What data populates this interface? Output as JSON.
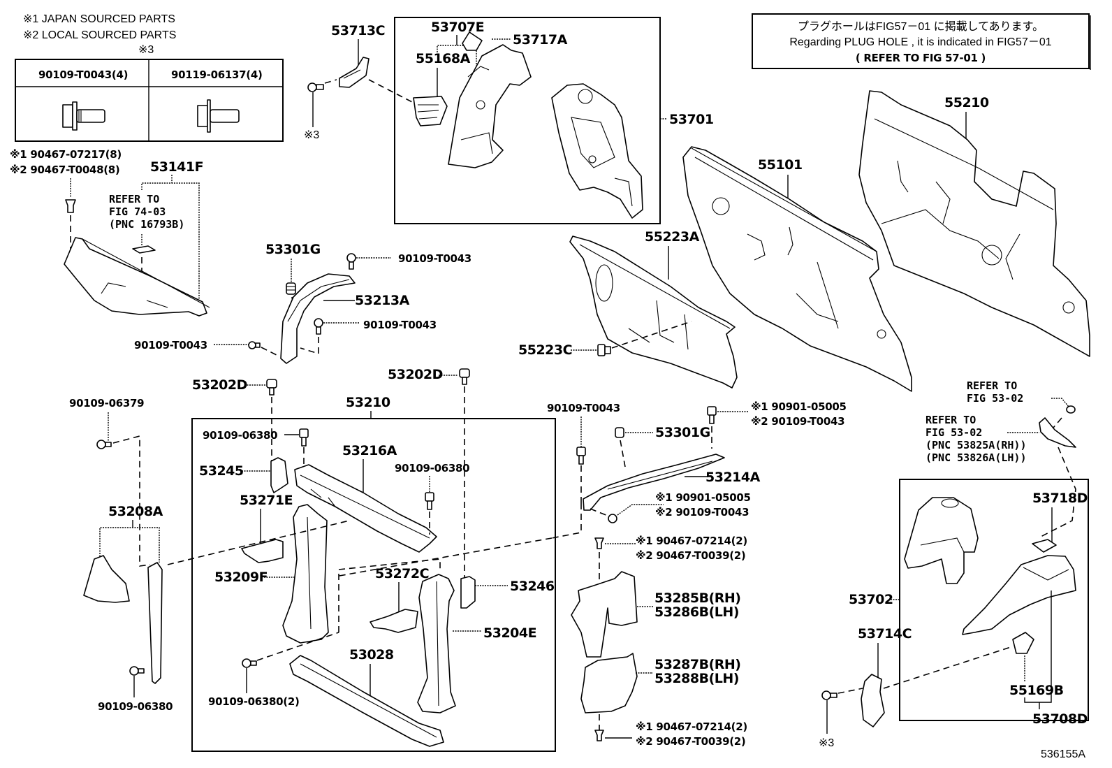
{
  "legend": {
    "note1": "※1 JAPAN SOURCED PARTS",
    "note2": "※2 LOCAL SOURCED PARTS",
    "note3_marker": "※3",
    "table": [
      {
        "part": "90109-T0043(4)",
        "icon": "flange-bolt-icon"
      },
      {
        "part": "90119-06137(4)",
        "icon": "washer-bolt-icon"
      }
    ]
  },
  "notice": {
    "jp": "プラグホールはFIG57－01 に掲載してあります。",
    "en": "Regarding  PLUG  HOLE , it is indicated in FIG57－01",
    "ref": "(    REFER  TO  FIG  57-01   )"
  },
  "labels": {
    "p90467_07217": "※1 90467-07217(8)",
    "p90467_T0048": "※2 90467-T0048(8)",
    "p53141F": "53141F",
    "refer74_1": "REFER  TO",
    "refer74_2": "FIG  74-03",
    "refer74_3": "(PNC  16793B)",
    "p53713C": "53713C",
    "mark3_a": "※3",
    "p53707E": "53707E",
    "p53717A": "53717A",
    "p55168A": "55168A",
    "p53701": "53701",
    "p55210": "55210",
    "p55101": "55101",
    "p55223A": "55223A",
    "p55223C": "55223C",
    "p53301G_a": "53301G",
    "p90109_T0043_a": "90109-T0043",
    "p53213A": "53213A",
    "p90109_T0043_b": "90109-T0043",
    "p90109_T0043_c": "90109-T0043",
    "p53202D_a": "53202D",
    "p53202D_b": "53202D",
    "p53210": "53210",
    "p90109_06379": "90109-06379",
    "p90109_06380_a": "90109-06380",
    "p53216A": "53216A",
    "p90109_06380_b": "90109-06380",
    "p53245": "53245",
    "p53271E": "53271E",
    "p53208A": "53208A",
    "p53209F": "53209F",
    "p53272C": "53272C",
    "p53246": "53246",
    "p53204E": "53204E",
    "p53028": "53028",
    "p90109_06380_2": "90109-06380(2)",
    "p90109_06380_c": "90109-06380",
    "p90109_T0043_d": "90109-T0043",
    "p53301G_b": "53301G",
    "p90901_05005_a": "※1 90901-05005",
    "p90109_T0043_e": "※2 90109-T0043",
    "p53214A": "53214A",
    "p90901_05005_b": "※1 90901-05005",
    "p90109_T0043_f": "※2 90109-T0043",
    "p90467_07214_a": "※1  90467-07214(2)",
    "p90467_T0039_a": "※2  90467-T0039(2)",
    "p53285B": "53285B(RH)",
    "p53286B": "53286B(LH)",
    "p53287B": "53287B(RH)",
    "p53288B": "53288B(LH)",
    "p90467_07214_b": "※1  90467-07214(2)",
    "p90467_T0039_b": "※2  90467-T0039(2)",
    "refer53a_1": "REFER  TO",
    "refer53a_2": "FIG  53-02",
    "refer53b_1": "REFER  TO",
    "refer53b_2": "FIG  53-02",
    "refer53b_3": "(PNC  53825A(RH))",
    "refer53b_4": "(PNC  53826A(LH))",
    "p53718D": "53718D",
    "p53702": "53702",
    "p53714C": "53714C",
    "p55169B": "55169B",
    "p53708D": "53708D",
    "mark3_b": "※3"
  },
  "figure_id": "536155A"
}
